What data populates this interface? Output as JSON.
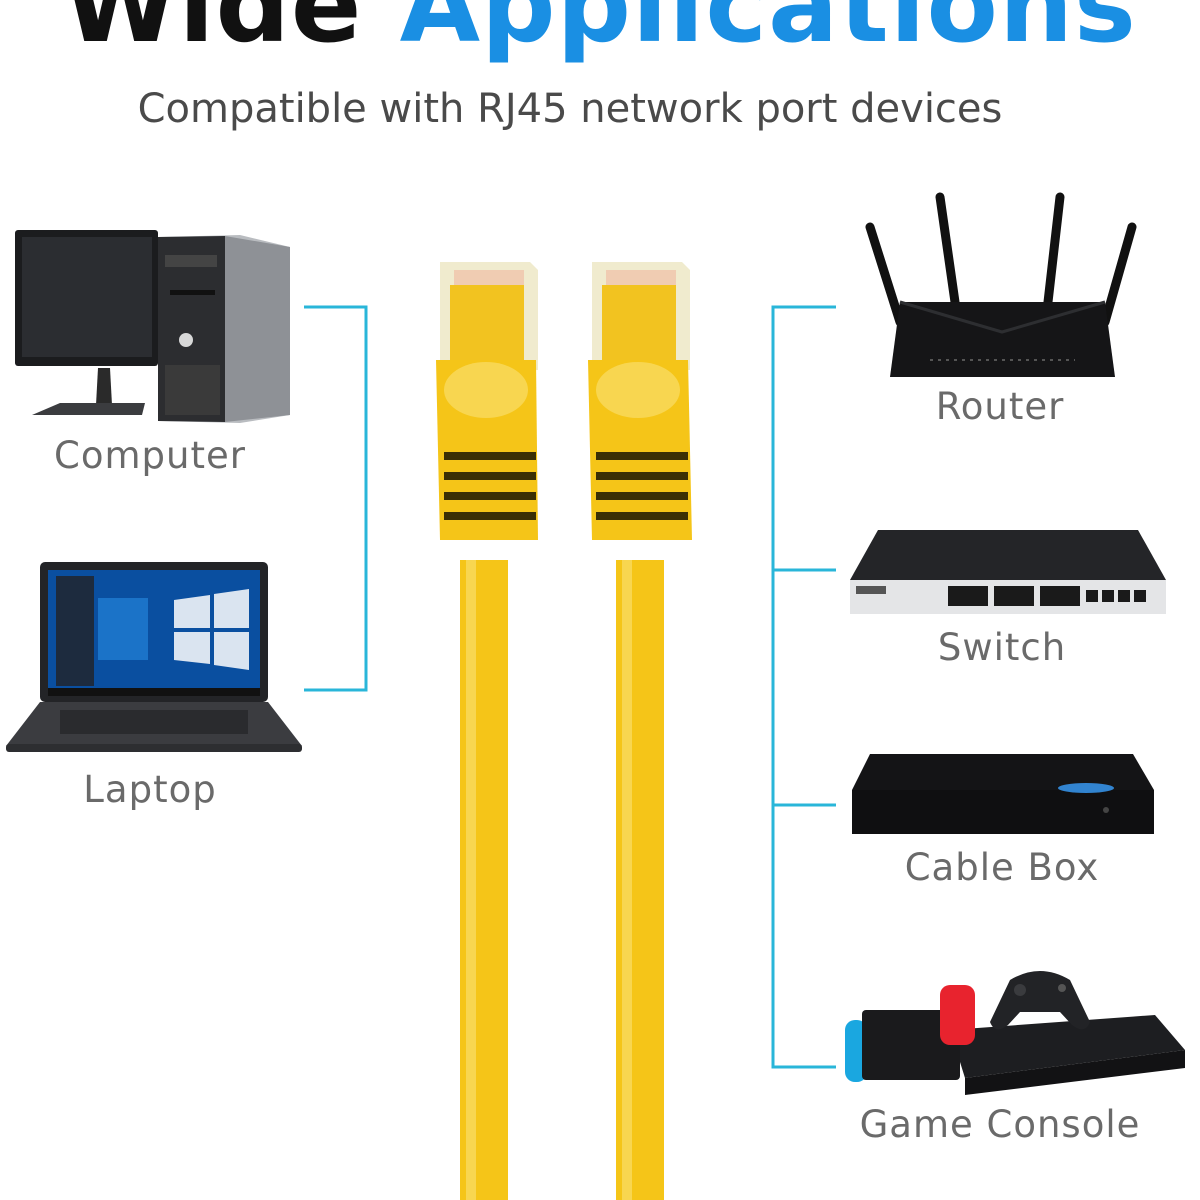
{
  "header": {
    "title_part1": "Wide",
    "title_part2": "Applications",
    "subtitle": "Compatible with RJ45 network port devices"
  },
  "devices": {
    "computer": "Computer",
    "laptop": "Laptop",
    "router": "Router",
    "switch": "Switch",
    "cable_box": "Cable Box",
    "game_console": "Game Console"
  },
  "colors": {
    "accent": "#1a8fe3",
    "bracket": "#29b6d9",
    "cable": "#f5c518",
    "label": "#6a6a6a"
  },
  "icons": [
    "desktop-computer-icon",
    "laptop-icon",
    "ethernet-cable-icon",
    "router-icon",
    "network-switch-icon",
    "cable-box-icon",
    "game-console-icon"
  ]
}
